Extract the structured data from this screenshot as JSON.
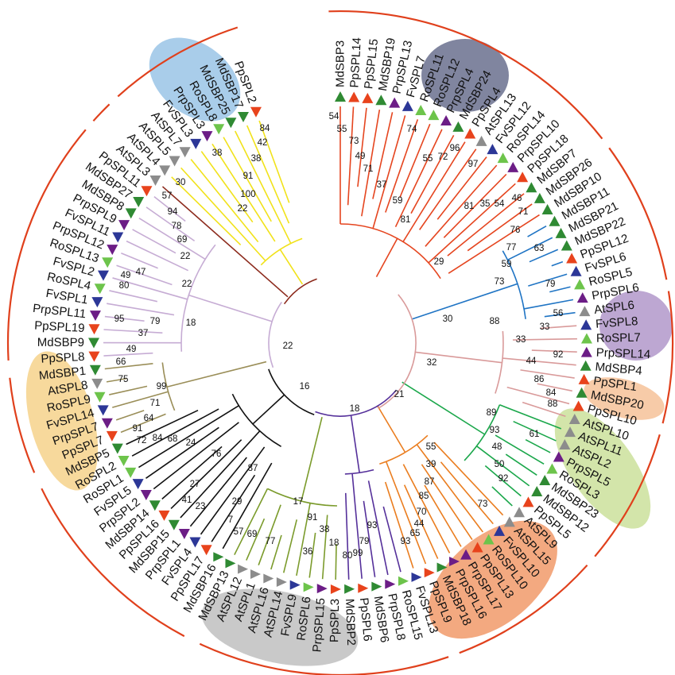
{
  "species_colors": {
    "Md": "#2f8a33",
    "Pp": "#e8431c",
    "Prp": "#6c1d86",
    "Fv": "#2c3797",
    "Ro": "#6dc44b",
    "At": "#8c8c8c"
  },
  "outer_arc_color": "#e0401c",
  "leaves": [
    "MdSBP3",
    "PpSPL14",
    "PpSPL15",
    "MdSBP19",
    "PrpSPL13",
    "FvSPL7",
    "RoSPL11",
    "RoSPL12",
    "PrpSPL4",
    "MdSBP24",
    "PpSPL4",
    "AtSPL13",
    "FvSPL12",
    "RoSPL14",
    "PrpSPL10",
    "PpSPL18",
    "MdSBP7",
    "MdSBP26",
    "MdSBP10",
    "MdSBP11",
    "MdSBP21",
    "MdSBP22",
    "PpSPL12",
    "FvSPL6",
    "RoSPL5",
    "PrpSPL6",
    "AtSPL6",
    "FvSPL8",
    "RoSPL7",
    "PrpSPL14",
    "MdSBP4",
    "PpSPL1",
    "MdSBP20",
    "PpSPL10",
    "AtSPL10",
    "AtSPL11",
    "AtSPL2",
    "PrpSPL5",
    "RoSPL3",
    "MdSBP23",
    "MdSBP12",
    "PpSPL5",
    "AtSPL9",
    "AtSPL15",
    "FvSPL10",
    "RoSPL10",
    "PpSPL13",
    "PrpSPL17",
    "PrpSPL16",
    "MdSBP18",
    "PpSPL9",
    "FvSPL13",
    "RoSPL15",
    "PrpSPL8",
    "MdSBP6",
    "PpSPL6",
    "MdSBP2",
    "PpSPL3",
    "PrpSPL15",
    "RoSPL6",
    "FvSPL9",
    "AtSPL14",
    "AtSPL16",
    "AtSPL1",
    "AtSPL12",
    "MdSBP13",
    "MdSBP16",
    "PpSPL17",
    "FvSPL4",
    "PrpSPL1",
    "MdSBP15",
    "PpSPL16",
    "MdSBP14",
    "PrpSPL2",
    "FvSPL5",
    "RoSPL1",
    "RoSPL2",
    "MdSBP5",
    "PpSPL7",
    "PrpSPL7",
    "FvSPL14",
    "RoSPL9",
    "AtSPL8",
    "MdSBP1",
    "PpSPL8",
    "MdSBP9",
    "PpSPL19",
    "PrpSPL11",
    "FvSPL1",
    "RoSPL4",
    "FvSPL2",
    "RoSPL13",
    "PrpSPL12",
    "FvSPL11",
    "PrpSPL9",
    "MdSBP8",
    "MdSBP27",
    "PpSPL11",
    "AtSPL3",
    "AtSPL4",
    "AtSPL5",
    "AtSPL7",
    "FvSPL3",
    "PrpSPL3",
    "RoSPL8",
    "MdSBP25",
    "MdSBP17",
    "PpSPL2"
  ],
  "clades": [
    {
      "from": 0,
      "to": 18,
      "color": "#e5451f"
    },
    {
      "from": 19,
      "to": 26,
      "color": "#1f74c4"
    },
    {
      "from": 27,
      "to": 34,
      "color": "#d99a9a"
    },
    {
      "from": 35,
      "to": 42,
      "color": "#1ba74b"
    },
    {
      "from": 43,
      "to": 51,
      "color": "#ea7d1f"
    },
    {
      "from": 52,
      "to": 56,
      "color": "#55309a"
    },
    {
      "from": 57,
      "to": 65,
      "color": "#7b9b2c"
    },
    {
      "from": 66,
      "to": 77,
      "color": "#111111"
    },
    {
      "from": 78,
      "to": 83,
      "color": "#9a8e58"
    },
    {
      "from": 84,
      "to": 97,
      "color": "#c6acd4"
    },
    {
      "from": 98,
      "to": 98,
      "color": "#8c2a1c"
    },
    {
      "from": 99,
      "to": 107,
      "color": "#f1e21a"
    }
  ],
  "bootstrap": [
    "84",
    "42",
    "38",
    "38",
    "91",
    "100",
    "22",
    "30",
    "57",
    "94",
    "78",
    "69",
    "22",
    "49",
    "47",
    "22",
    "80",
    "95",
    "79",
    "18",
    "37",
    "49",
    "66",
    "75",
    "99",
    "71",
    "64",
    "91",
    "72",
    "84",
    "68",
    "24",
    "76",
    "87",
    "27",
    "41",
    "23",
    "29",
    "7",
    "57",
    "69",
    "77",
    "17",
    "91",
    "38",
    "18",
    "36",
    "80",
    "99",
    "79",
    "93",
    "93",
    "65",
    "44",
    "70",
    "85",
    "87",
    "39",
    "55",
    "73",
    "89",
    "93",
    "61",
    "48",
    "50",
    "92",
    "88",
    "84",
    "86",
    "44",
    "92",
    "33",
    "33",
    "56",
    "88",
    "30",
    "73",
    "79",
    "59",
    "77",
    "63",
    "76",
    "71",
    "46",
    "54",
    "35",
    "81",
    "97",
    "96",
    "72",
    "55",
    "74",
    "29",
    "54",
    "55",
    "73",
    "49",
    "71",
    "37",
    "59",
    "81",
    "22",
    "16",
    "18",
    "21",
    "32"
  ]
}
